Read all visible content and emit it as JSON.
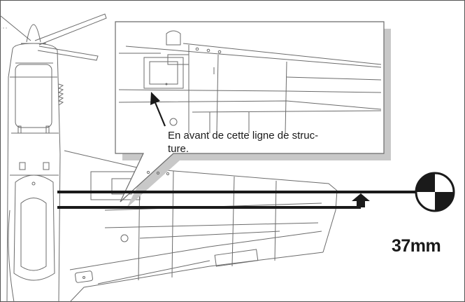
{
  "callout": {
    "line1": "En avant de cette ligne de struc-",
    "line2": "ture."
  },
  "cg_marker": {
    "distance_label": "37mm"
  },
  "colors": {
    "line": "#1a1a1a",
    "drawing": "#6b6b6b",
    "callout_shadow": "#c8c8c8"
  },
  "icons": [
    "cg-symbol-icon",
    "arrow-up-icon",
    "pointer-arrow-icon"
  ]
}
